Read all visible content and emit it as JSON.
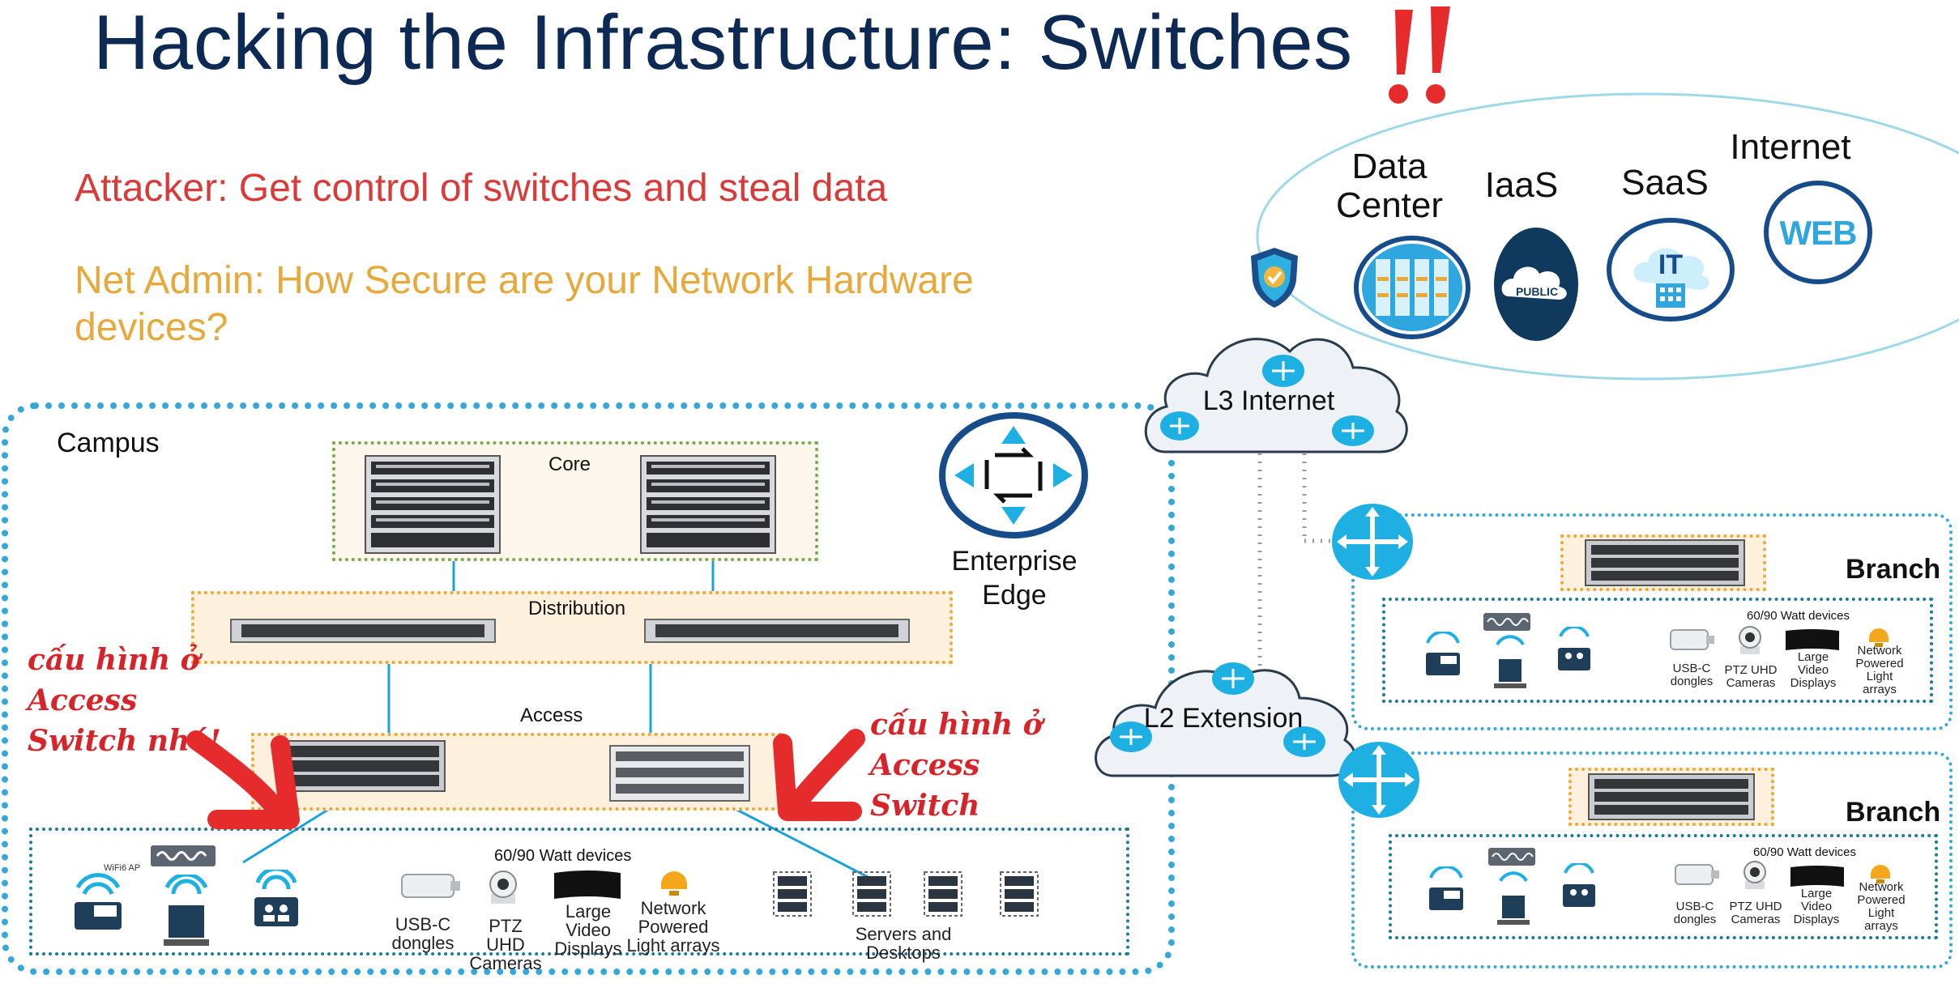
{
  "slide": {
    "title": "Hacking the Infrastructure: Switches",
    "attacker_line": "Attacker: Get control of switches and steal data",
    "admin_line": "Net Admin: How Secure are your Network Hardware devices?"
  },
  "services": {
    "data_center": "Data Center",
    "iaas": "IaaS",
    "saas": "SaaS",
    "internet": "Internet",
    "public_badge": "PUBLIC",
    "it_badge": "IT",
    "web_badge": "WEB"
  },
  "clouds": {
    "l3": "L3 Internet",
    "l2": "L2 Extension"
  },
  "campus": {
    "label": "Campus",
    "core": "Core",
    "distribution": "Distribution",
    "access": "Access",
    "enterprise_edge": "Enterprise Edge",
    "watt_title": "60/90 Watt devices",
    "wifi_ap": "WiFi6 AP",
    "usb_c": "USB-C dongles",
    "ptz": "PTZ UHD Cameras",
    "large_video": "Large Video Displays",
    "network_light": "Network Powered Light arrays",
    "servers": "Servers and Desktops"
  },
  "annotations": {
    "left_note": "cấu hình ở Access Switch nhé!",
    "right_note": "cấu hình ở Access Switch"
  },
  "branches": [
    {
      "title": "Branch",
      "watt_title": "60/90 Watt devices",
      "usb_c": "USB-C dongles",
      "ptz": "PTZ UHD Cameras",
      "large_video": "Large Video Displays",
      "network_light": "Network Powered Light arrays"
    },
    {
      "title": "Branch",
      "watt_title": "60/90 Watt devices",
      "usb_c": "USB-C dongles",
      "ptz": "PTZ UHD Cameras",
      "large_video": "Large Video Displays",
      "network_light": "Network Powered Light arrays"
    }
  ],
  "colors": {
    "title": "#0d2a55",
    "attacker": "#d93a3a",
    "admin": "#e8a93c",
    "accent_blue": "#35a8d8",
    "router_blue": "#1fb0e3",
    "annotation_red": "#d6242a"
  }
}
